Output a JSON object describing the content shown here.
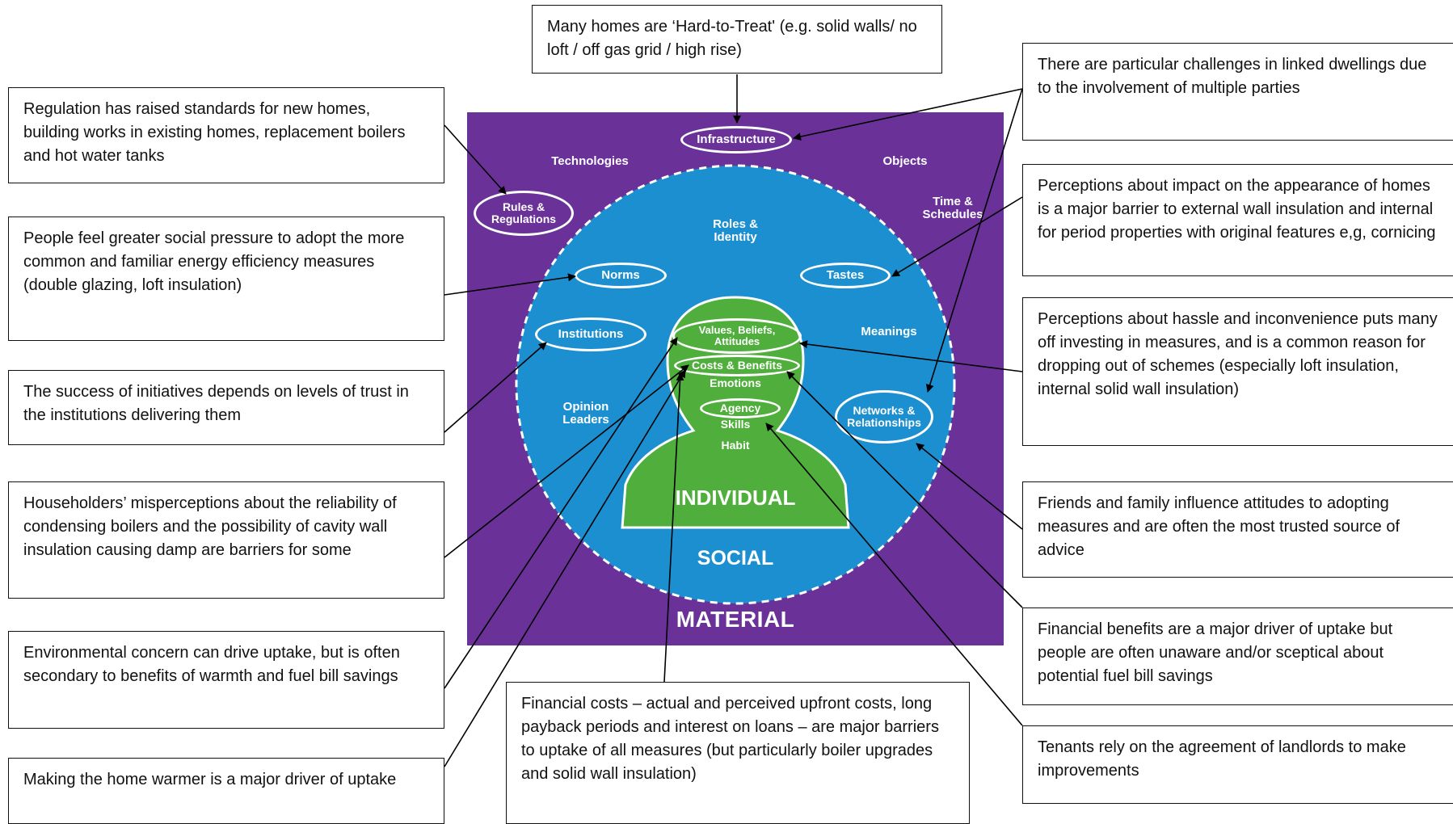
{
  "diagram": {
    "zones": {
      "material": "MATERIAL",
      "social": "SOCIAL",
      "individual": "INDIVIDUAL"
    },
    "labels": {
      "technologies": "Technologies",
      "objects": "Objects",
      "time_schedules": "Time & Schedules",
      "roles_identity": "Roles & Identity",
      "meanings": "Meanings",
      "opinion_leaders": "Opinion Leaders",
      "emotions": "Emotions",
      "skills": "Skills",
      "habit": "Habit"
    },
    "highlighted": {
      "infrastructure": "Infrastructure",
      "rules_regulations": "Rules & Regulations",
      "norms": "Norms",
      "tastes": "Tastes",
      "institutions": "Institutions",
      "values_beliefs": "Values, Beliefs, Attitudes",
      "costs_benefits": "Costs & Benefits",
      "agency": "Agency",
      "networks": "Networks & Relationships"
    },
    "colors": {
      "material_bg": "#6a3299",
      "social_bg": "#1b8fd0",
      "individual_bg": "#4fae3c"
    }
  },
  "callouts": {
    "hard_to_treat": "Many homes are ‘Hard-to-Treat' (e.g. solid walls/ no loft / off gas grid / high rise)",
    "regulation": "Regulation has raised standards for new homes, building works in existing homes, replacement boilers and hot water tanks",
    "social_pressure": "People feel greater social pressure to adopt the more common and familiar energy efficiency measures (double glazing, loft insulation)",
    "trust": "The success of initiatives depends on levels of trust in the institutions delivering them",
    "misperceptions": "Householders’ misperceptions about the reliability of condensing boilers and the possibility of cavity wall insulation causing damp are barriers for some",
    "environmental": "Environmental concern can drive uptake, but is often secondary to benefits of warmth and fuel bill savings",
    "warmer": "Making the home warmer is a major driver of uptake",
    "financial_costs": "Financial costs – actual and perceived upfront costs, long payback periods and interest on loans – are major barriers to uptake of all measures (but particularly boiler upgrades and solid wall insulation)",
    "linked_dwellings": "There are particular challenges in linked dwellings due to the involvement of multiple parties",
    "appearance": "Perceptions about impact on the appearance of homes is a major barrier to external wall insulation and internal for period properties with original features e,g, cornicing",
    "hassle": "Perceptions about hassle and inconvenience puts many off investing in measures, and is a common reason for dropping out of schemes (especially loft insulation, internal solid wall insulation)",
    "friends_family": "Friends and family influence attitudes to adopting measures and are often the most trusted source of advice",
    "financial_benefits": "Financial benefits are a major driver of uptake but people are often unaware and/or sceptical about potential fuel bill savings",
    "tenants": "Tenants rely on the agreement of landlords to make improvements"
  }
}
